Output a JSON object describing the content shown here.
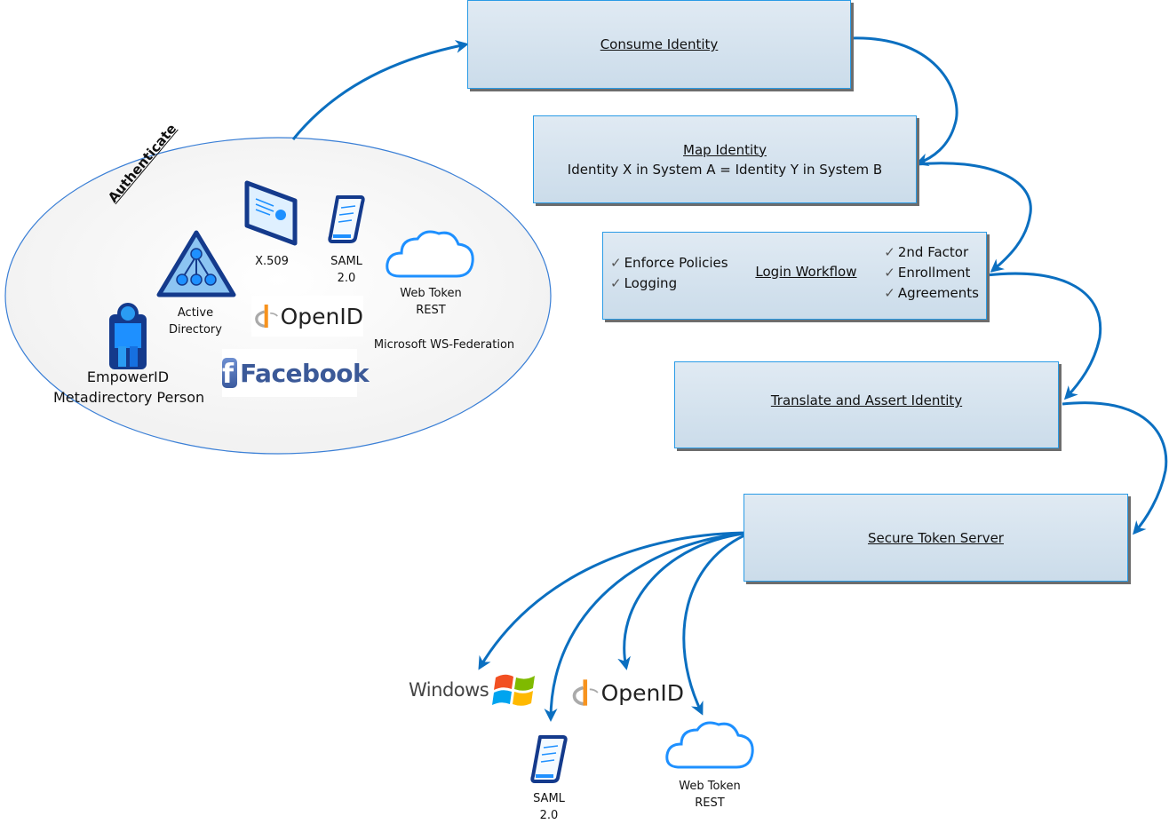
{
  "auth_cluster": {
    "heading": "Authenticate",
    "items": [
      {
        "icon": "person-icon",
        "label_lines": [
          "EmpowerID",
          "Metadirectory Person"
        ]
      },
      {
        "icon": "active-directory-icon",
        "label_lines": [
          "Active",
          "Directory"
        ]
      },
      {
        "icon": "certificate-icon",
        "label_lines": [
          "X.509"
        ]
      },
      {
        "icon": "scroll-icon",
        "label_lines": [
          "SAML",
          "2.0"
        ]
      },
      {
        "icon": "cloud-icon",
        "label_lines": [
          "Web Token",
          "REST"
        ]
      },
      {
        "icon": "openid-logo",
        "label_lines": [
          "OpenID"
        ]
      },
      {
        "icon": "facebook-logo",
        "label_lines": [
          "Facebook"
        ]
      },
      {
        "icon": "none",
        "label_lines": [
          "Microsoft WS-Federation"
        ]
      }
    ]
  },
  "steps": [
    {
      "title": "Consume Identity"
    },
    {
      "title": "Map Identity",
      "subtitle": "Identity X in System A = Identity Y in System B"
    },
    {
      "title": "Login Workflow",
      "left_checks": [
        "Enforce Policies",
        "Logging"
      ],
      "right_checks": [
        "2nd Factor",
        "Enrollment",
        "Agreements"
      ]
    },
    {
      "title": "Translate and Assert Identity"
    },
    {
      "title": "Secure Token Server"
    }
  ],
  "outputs": [
    {
      "icon": "windows-logo",
      "label_lines": [
        "Windows"
      ]
    },
    {
      "icon": "scroll-icon",
      "label_lines": [
        "SAML",
        "2.0"
      ]
    },
    {
      "icon": "openid-logo",
      "label_lines": [
        "OpenID"
      ]
    },
    {
      "icon": "cloud-icon",
      "label_lines": [
        "Web Token",
        "REST"
      ]
    }
  ],
  "colors": {
    "arrow": "#0b6fc0",
    "box_border": "#2a9be6",
    "box_fill_top": "#e0eaf3",
    "box_fill_bottom": "#cbdcea",
    "ellipse_border": "#3a7fd6",
    "icon_dark": "#143a8c",
    "icon_light": "#1e90ff",
    "facebook": "#3b5998",
    "openid_orange": "#f7931e"
  }
}
